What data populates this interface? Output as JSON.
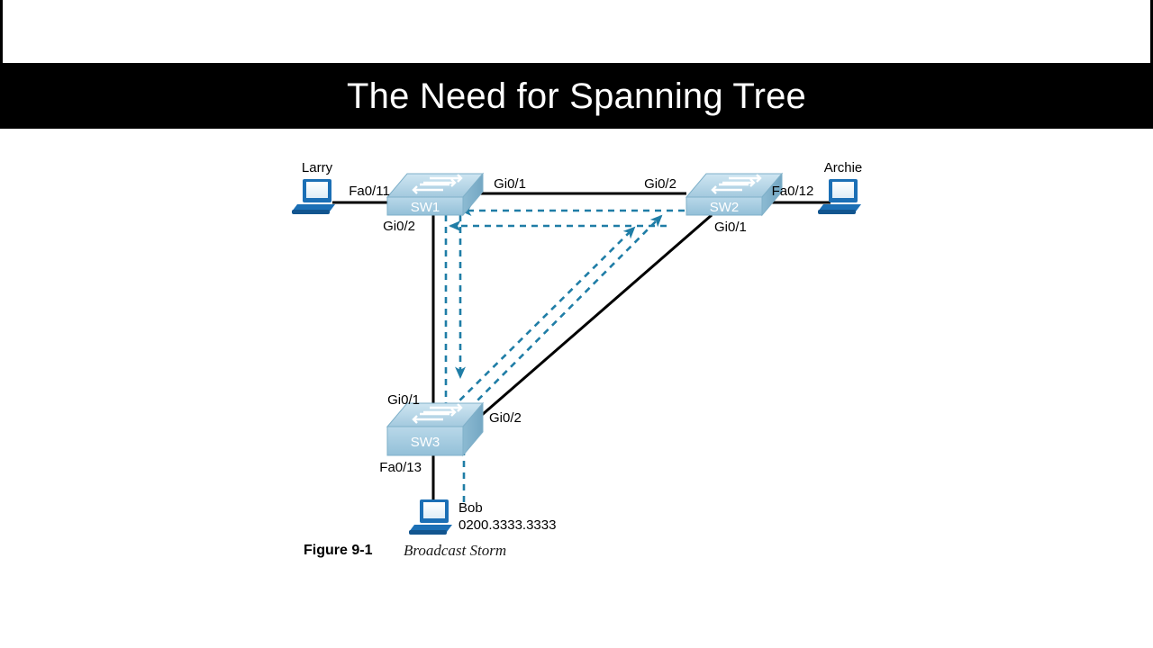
{
  "slide": {
    "title": "The Need for Spanning Tree",
    "background_color": "#ffffff",
    "title_bar_color": "#000000",
    "title_text_color": "#ffffff"
  },
  "figure": {
    "caption_label": "Figure 9-1",
    "caption_title": "Broadcast Storm"
  },
  "colors": {
    "switch_body": "#a9cfe3",
    "switch_top": "#bcdced",
    "switch_side": "#8fbdd4",
    "link_line": "#000000",
    "flow_arrow": "#1f7da6",
    "pc_blue": "#1b6fb5"
  },
  "devices": {
    "switches": [
      {
        "id": "sw1",
        "label": "SW1"
      },
      {
        "id": "sw2",
        "label": "SW2"
      },
      {
        "id": "sw3",
        "label": "SW3"
      }
    ],
    "hosts": [
      {
        "id": "larry",
        "label": "Larry",
        "mac": ""
      },
      {
        "id": "archie",
        "label": "Archie",
        "mac": ""
      },
      {
        "id": "bob",
        "label": "Bob",
        "mac": "0200.3333.3333"
      }
    ]
  },
  "port_labels": {
    "larry_to_sw1": "Fa0/11",
    "sw1_to_sw2": "Gi0/1",
    "sw2_to_sw1": "Gi0/2",
    "archie_to_sw2": "Fa0/12",
    "sw1_to_sw3": "Gi0/2",
    "sw3_to_sw1": "Gi0/1",
    "sw2_to_sw3": "Gi0/1",
    "sw3_to_sw2": "Gi0/2",
    "bob_to_sw3": "Fa0/13"
  },
  "flows": {
    "description": "Broadcast frame from Bob looping around the switch triangle",
    "arrows": [
      "bob-up-to-sw3",
      "sw3-up-to-sw2-a",
      "sw3-up-to-sw2-b",
      "sw2-left-to-sw1-a",
      "sw2-left-to-sw1-b",
      "sw1-down-to-sw3-a",
      "sw1-down-to-sw3-b"
    ]
  }
}
